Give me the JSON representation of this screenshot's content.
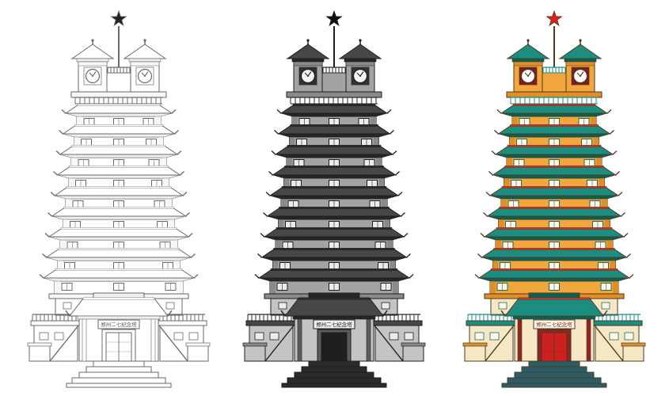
{
  "page": {
    "background": "#ffffff"
  },
  "plaque_text": "郑州二七纪念塔",
  "clock_time": "10:10",
  "variants": [
    {
      "id": "line-art",
      "palette": {
        "line": "#6a6a6a",
        "roof": "#ffffff",
        "roofDark": "#efefef",
        "ridge": "#ffffff",
        "body": "#ffffff",
        "bodyAlt": "#f7f7f7",
        "window": "#ffffff",
        "windowFrame": "#6a6a6a",
        "star": "#222222",
        "clockFace": "#ffffff",
        "clockBox": "#ffffff",
        "door": "#ffffff",
        "accent": "#ffffff",
        "base": "#ffffff",
        "railing": "#6a6a6a",
        "plaque": "#ffffff",
        "step": "#ffffff",
        "text": "#555555"
      }
    },
    {
      "id": "grayscale",
      "palette": {
        "line": "#1e1e1e",
        "roof": "#474747",
        "roofDark": "#262626",
        "ridge": "#2a2a2a",
        "body": "#a3a3a3",
        "bodyAlt": "#8a8a8a",
        "window": "#ececec",
        "windowFrame": "#1e1e1e",
        "star": "#0f0f0f",
        "clockFace": "#f5f5f5",
        "clockBox": "#333333",
        "door": "#1f1f1f",
        "accent": "#5c5c5c",
        "base": "#c4c4c4",
        "railing": "#2a2a2a",
        "plaque": "#f0f0f0",
        "step": "#2b2b2b",
        "text": "#111111"
      }
    },
    {
      "id": "full-color",
      "palette": {
        "line": "#4e3a20",
        "roof": "#1b8e7f",
        "roofDark": "#0c5f54",
        "ridge": "#c8342a",
        "body": "#f3a63c",
        "bodyAlt": "#e08f28",
        "window": "#fdf8ea",
        "windowFrame": "#176e62",
        "star": "#e11d1d",
        "clockFace": "#ffffff",
        "clockBox": "#7e1d1d",
        "door": "#d01f1f",
        "accent": "#8f2424",
        "base": "#f6e8c4",
        "railing": "#1b8e7f",
        "plaque": "#fdf8ea",
        "step": "#2a5d66",
        "text": "#7e1d1d"
      }
    }
  ]
}
